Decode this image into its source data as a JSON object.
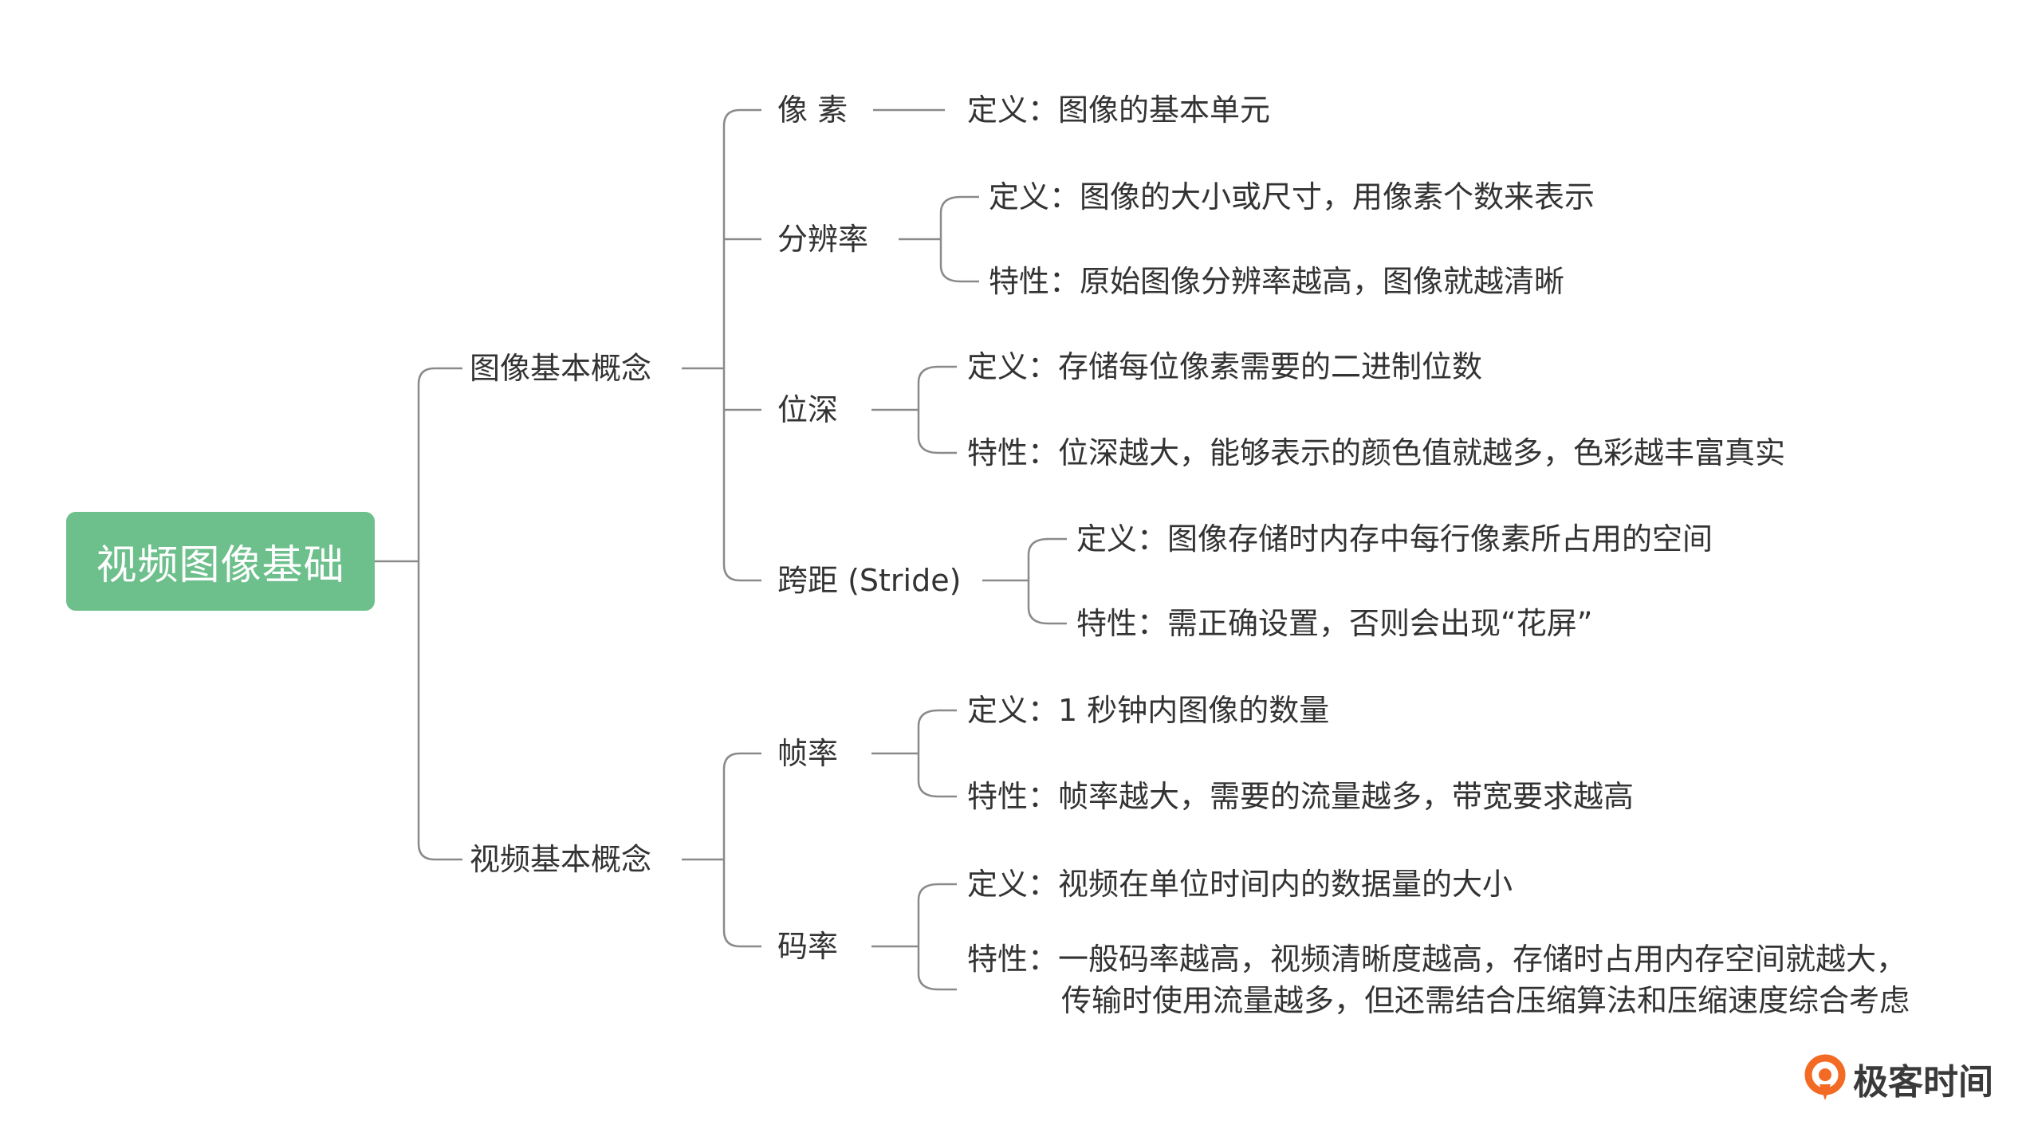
{
  "root": "视频图像基础",
  "branches": {
    "image": {
      "label": "图像基本概念",
      "pixel": {
        "label": "像 素",
        "def": "定义：图像的基本单元"
      },
      "resolution": {
        "label": "分辨率",
        "def": "定义：图像的大小或尺寸，用像素个数来表示",
        "prop": "特性：原始图像分辨率越高，图像就越清晰"
      },
      "bitdepth": {
        "label": "位深",
        "def": "定义：存储每位像素需要的二进制位数",
        "prop": "特性：位深越大，能够表示的颜色值就越多，色彩越丰富真实"
      },
      "stride": {
        "label": "跨距 (Stride)",
        "def": "定义：图像存储时内存中每行像素所占用的空间",
        "prop": "特性：需正确设置，否则会出现“花屏”"
      }
    },
    "video": {
      "label": "视频基本概念",
      "framerate": {
        "label": "帧率",
        "def": "定义：1 秒钟内图像的数量",
        "prop": "特性：帧率越大，需要的流量越多，带宽要求越高"
      },
      "bitrate": {
        "label": "码率",
        "def": "定义：视频在单位时间内的数据量的大小",
        "prop_line1": "特性：一般码率越高，视频清晰度越高，存储时占用内存空间就越大，",
        "prop_line2": "传输时使用流量越多，但还需结合压缩算法和压缩速度综合考虑"
      }
    }
  },
  "logo": {
    "text": "极客时间",
    "icon": "geektime-logo-icon",
    "colors": {
      "orange": "#f26a24",
      "green": "#6dbf8c"
    }
  },
  "colors": {
    "root_fill": "#6dbf8c",
    "connector": "#8a8a8a",
    "text": "#333333"
  }
}
